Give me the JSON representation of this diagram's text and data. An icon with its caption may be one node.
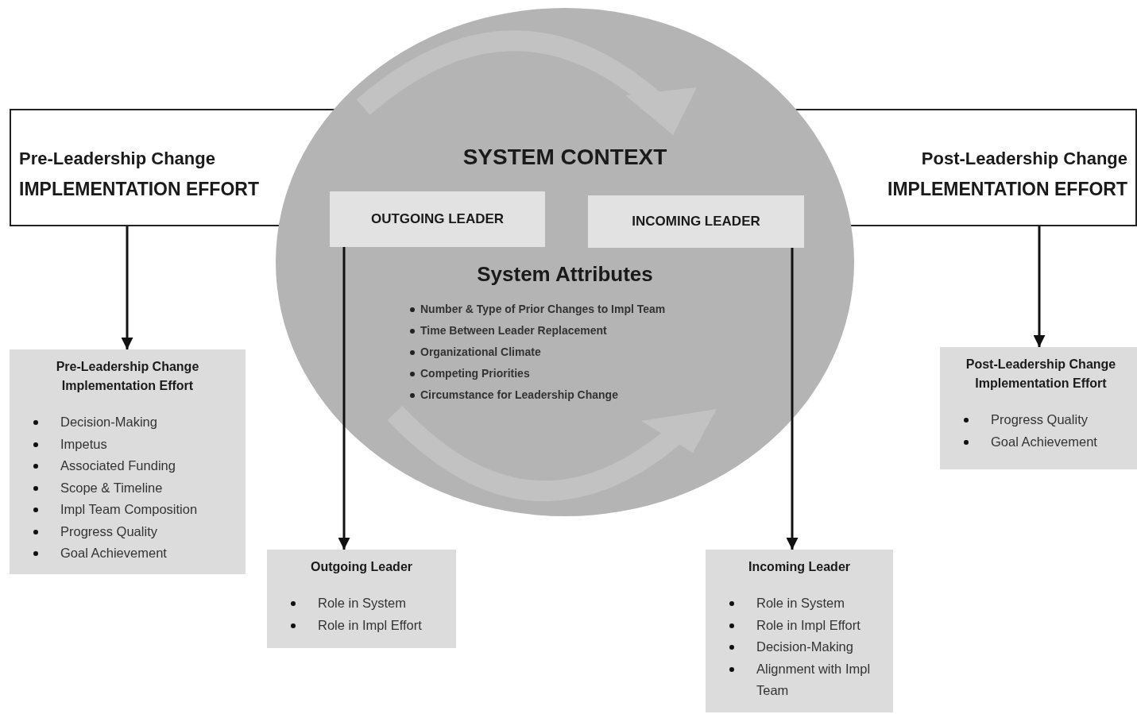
{
  "diagram": {
    "nodes": [
      {
        "text": [
          "Pre-Leadership Change",
          "IMPLEMENTATION EFFORT"
        ]
      },
      {
        "text": [
          "SYSTEM CONTEXT",
          "System Attributes",
          "Number & Type of Prior Changes to Impl Team",
          "Time Between Leader Replacement",
          "Organizational Climate",
          "Competing Priorities",
          "Circumstance for Leadership Change"
        ]
      },
      {
        "text": [
          "OUTGOING LEADER"
        ],
        "in": 1
      },
      {
        "text": [
          "INCOMING LEADER"
        ],
        "in": 1
      },
      {
        "text": [
          "Post-Leadership Change",
          "IMPLEMENTATION EFFORT"
        ]
      },
      {
        "text": [
          "Pre-Leadership Change Implementation Effort",
          "Decision-Making",
          "Impetus",
          "Associated Funding",
          "Scope & Timeline",
          "Impl Team Composition",
          "Progress Quality",
          "Goal Achievement"
        ]
      },
      {
        "text": [
          "Outgoing Leader",
          "Role in System",
          "Role in Impl Effort"
        ]
      },
      {
        "text": [
          "Incoming Leader",
          "Role in System",
          "Role in Impl Effort",
          "Decision-Making",
          "Alignment with Impl Team"
        ]
      },
      {
        "text": [
          "Post-Leadership Change Implementation Effort",
          "Progress Quality",
          "Goal Achievement"
        ]
      }
    ],
    "edges": [
      {
        "from": 0,
        "to": 5,
        "arrow": "to"
      },
      {
        "from": 2,
        "to": 6,
        "arrow": "to"
      },
      {
        "from": 3,
        "to": 7,
        "arrow": "to"
      },
      {
        "from": 4,
        "to": 8,
        "arrow": "to"
      }
    ]
  }
}
